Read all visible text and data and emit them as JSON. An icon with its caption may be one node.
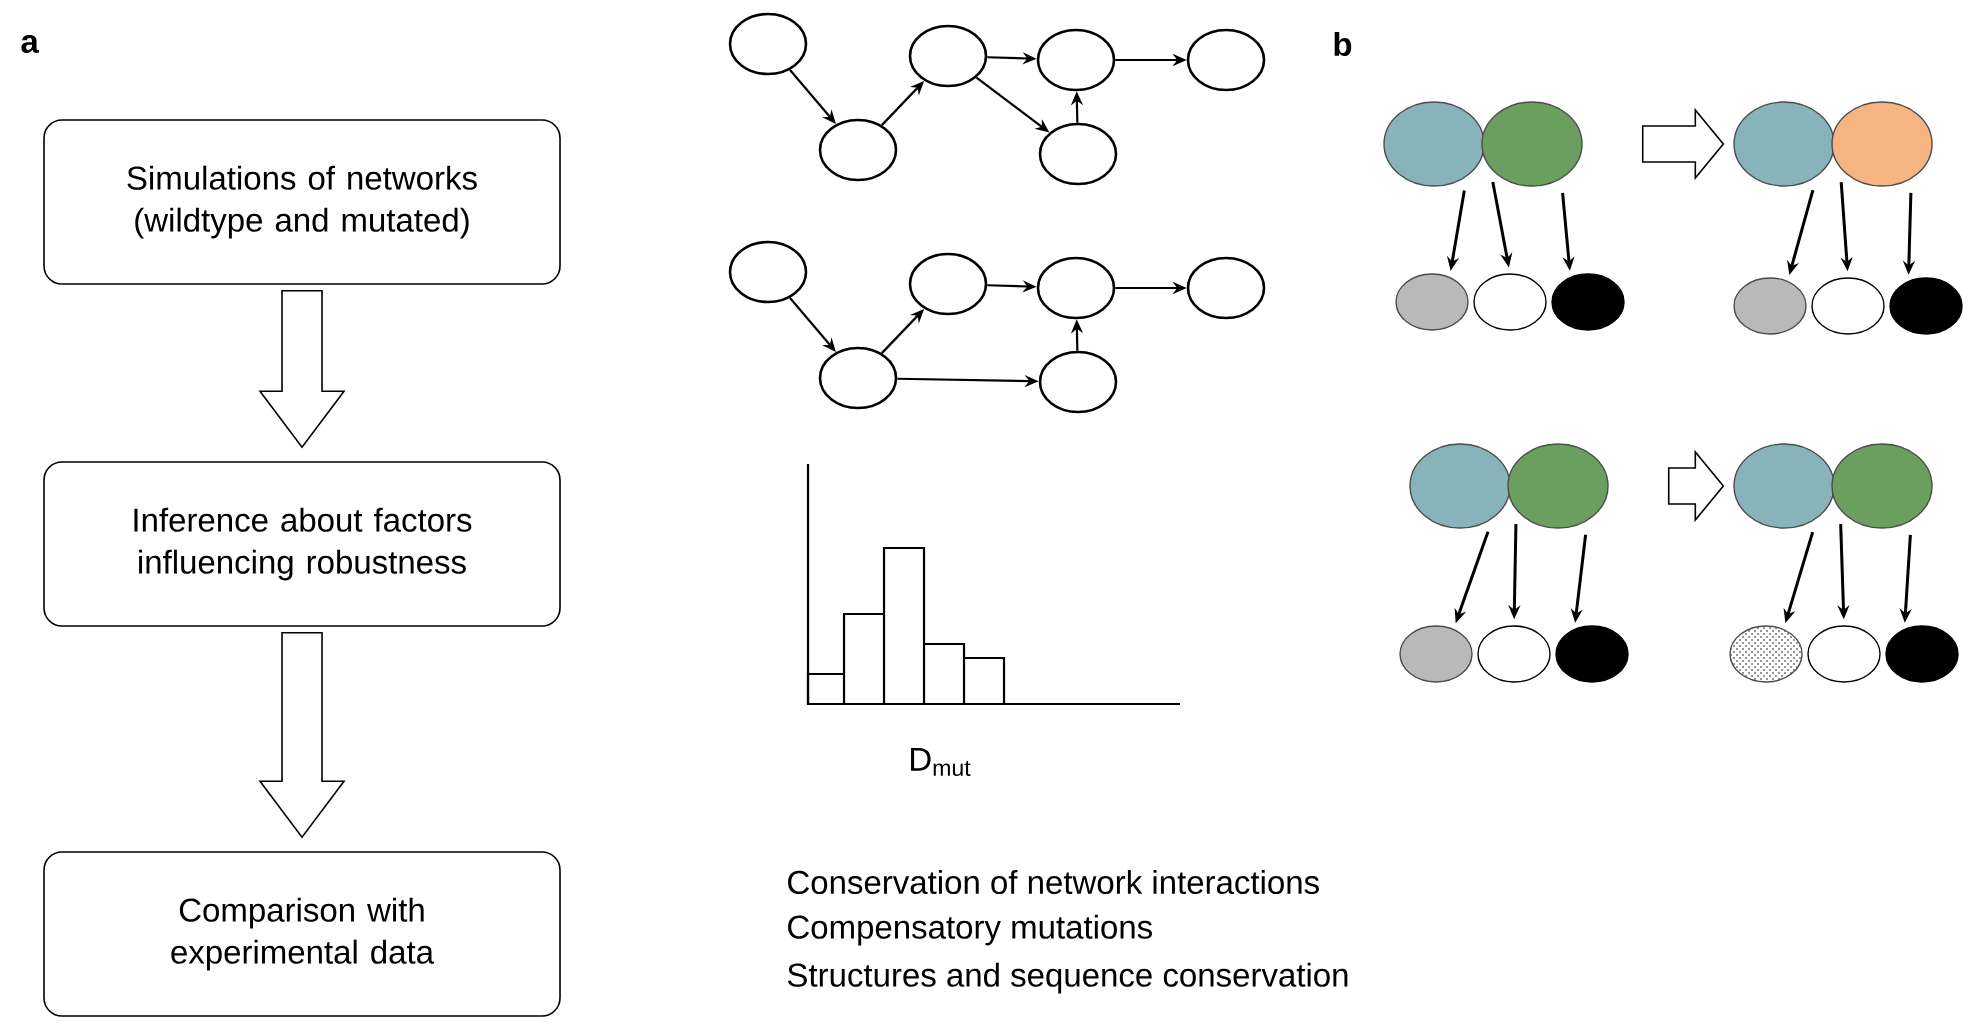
{
  "diagram": {
    "nodes": [
      {
        "text": [
          "Simulations of networks (wildtype and mutated)"
        ]
      },
      {
        "text": [
          "Inference about factors influencing robustness"
        ]
      },
      {
        "text": [
          "Comparison with experimental data"
        ]
      },
      {
        "text": [],
        "shape": "circle"
      },
      {
        "text": [],
        "shape": "circle"
      },
      {
        "text": [],
        "shape": "circle"
      },
      {
        "text": [],
        "shape": "circle"
      },
      {
        "text": [],
        "shape": "circle"
      },
      {
        "text": [],
        "shape": "circle"
      },
      {
        "text": [],
        "shape": "circle"
      },
      {
        "text": [],
        "shape": "circle"
      },
      {
        "text": [],
        "shape": "circle"
      },
      {
        "text": [],
        "shape": "circle"
      },
      {
        "text": [],
        "shape": "circle"
      },
      {
        "text": [],
        "shape": "circle"
      },
      {
        "text": [],
        "shape": "circle"
      },
      {
        "text": [],
        "shape": "circle"
      },
      {
        "text": [],
        "shape": "circle"
      },
      {
        "text": [],
        "shape": "circle"
      },
      {
        "text": [],
        "shape": "circle"
      },
      {
        "text": [],
        "shape": "circle"
      },
      {
        "text": [],
        "shape": "circle"
      },
      {
        "text": [],
        "shape": "circle"
      },
      {
        "text": [],
        "shape": "circle"
      },
      {
        "text": [],
        "shape": "circle"
      },
      {
        "text": [],
        "shape": "circle"
      },
      {
        "text": [],
        "shape": "circle"
      },
      {
        "text": [],
        "shape": "circle"
      },
      {
        "text": [],
        "shape": "circle"
      },
      {
        "text": [],
        "shape": "circle"
      },
      {
        "text": [],
        "shape": "circle"
      },
      {
        "text": [],
        "shape": "circle"
      },
      {
        "text": [],
        "shape": "circle"
      },
      {
        "text": [],
        "shape": "circle"
      },
      {
        "text": [],
        "shape": "circle"
      }
    ],
    "edges": [
      {
        "from": 0,
        "to": 1,
        "arrow": "to",
        "style": "thick"
      },
      {
        "from": 1,
        "to": 2,
        "arrow": "to",
        "style": "thick"
      },
      {
        "from": 3,
        "to": 4,
        "arrow": "to"
      },
      {
        "from": 4,
        "to": 5,
        "arrow": "to"
      },
      {
        "from": 5,
        "to": 6,
        "arrow": "to"
      },
      {
        "from": 5,
        "to": 7,
        "arrow": "to"
      },
      {
        "from": 7,
        "to": 6,
        "arrow": "to"
      },
      {
        "from": 6,
        "to": 8,
        "arrow": "to"
      },
      {
        "from": 9,
        "to": 10,
        "arrow": "to"
      },
      {
        "from": 10,
        "to": 11,
        "arrow": "to"
      },
      {
        "from": 10,
        "to": 13,
        "arrow": "to"
      },
      {
        "from": 11,
        "to": 12,
        "arrow": "to"
      },
      {
        "from": 13,
        "to": 12,
        "arrow": "to"
      },
      {
        "from": 12,
        "to": 14,
        "arrow": "to"
      },
      {
        "from": 15,
        "to": 17,
        "arrow": "to"
      },
      {
        "from": 16,
        "to": 18,
        "arrow": "to"
      },
      {
        "from": 16,
        "to": 19,
        "arrow": "to"
      },
      {
        "from": 16,
        "to": 20,
        "arrow": "to",
        "style": "thick"
      },
      {
        "from": 20,
        "to": 22,
        "arrow": "to"
      },
      {
        "from": 21,
        "to": 23,
        "arrow": "to"
      },
      {
        "from": 21,
        "to": 24,
        "arrow": "to"
      },
      {
        "from": 25,
        "to": 27,
        "arrow": "to"
      },
      {
        "from": 26,
        "to": 28,
        "arrow": "to"
      },
      {
        "from": 26,
        "to": 29,
        "arrow": "to"
      },
      {
        "from": 26,
        "to": 30,
        "arrow": "to",
        "style": "thick"
      },
      {
        "from": 30,
        "to": 32,
        "arrow": "to"
      },
      {
        "from": 31,
        "to": 33,
        "arrow": "to"
      },
      {
        "from": 31,
        "to": 34,
        "arrow": "to"
      }
    ],
    "labels": [
      "a",
      "b",
      "D$_{mut}$",
      "Conservation of network interactions",
      "Compensatory mutations",
      "Structures and sequence conservation"
    ]
  }
}
